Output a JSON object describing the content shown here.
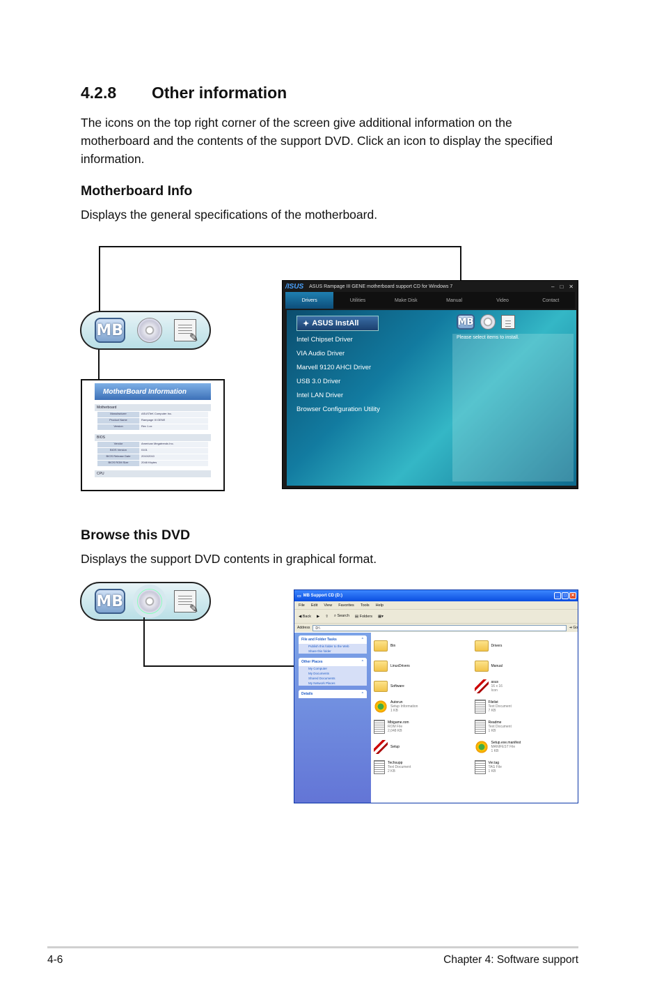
{
  "section": {
    "number": "4.2.8",
    "title": "Other information"
  },
  "intro": "The icons on the top right corner of the screen give additional information on the motherboard and the contents of the support DVD. Click an icon to display the specified information.",
  "mb_info": {
    "heading": "Motherboard Info",
    "description": "Displays the general specifications of the motherboard.",
    "window_title": "MotherBoard Information",
    "sections": [
      {
        "label": "Motherboard",
        "rows": [
          [
            "Manufacturer",
            "ASUSTeK Computer Inc."
          ],
          [
            "Product Name",
            "Rampage III GENE"
          ],
          [
            "Version",
            "Rev 1.xx"
          ]
        ]
      },
      {
        "label": "BIOS",
        "rows": [
          [
            "Vendor",
            "American Megatrends Inc."
          ],
          [
            "BIOS Version",
            "0101"
          ],
          [
            "BIOS Release Date",
            "2010/2010"
          ],
          [
            "BIOS ROM Size",
            "2048 Kbytes"
          ]
        ]
      },
      {
        "label": "CPU",
        "rows": []
      }
    ]
  },
  "asus_window": {
    "title": "ASUS Rampage III GENE motherboard support CD for Windows 7",
    "logo": "/ISUS",
    "tabs": [
      "Drivers",
      "Utilities",
      "Make Disk",
      "Manual",
      "Video",
      "Contact"
    ],
    "install_button": "ASUS InstAll",
    "drivers": [
      "Intel Chipset Driver",
      "VIA Audio Driver",
      "Marvell 9120 AHCI Driver",
      "USB 3.0 Driver",
      "Intel LAN Driver",
      "Browser Configuration Utility"
    ],
    "message": "Please select items to install."
  },
  "browse": {
    "heading": "Browse this DVD",
    "description": "Displays the support DVD contents in graphical format."
  },
  "explorer": {
    "title": "MB Support CD (D:)",
    "menu": [
      "File",
      "Edit",
      "View",
      "Favorites",
      "Tools",
      "Help"
    ],
    "toolbar": [
      "Back",
      "Search",
      "Folders"
    ],
    "address_label": "Address",
    "address_value": "D:\\",
    "go_label": "Go",
    "panels": [
      {
        "title": "File and Folder Tasks",
        "items": [
          "Publish this folder to the Web",
          "Share this folder"
        ]
      },
      {
        "title": "Other Places",
        "items": [
          "My Computer",
          "My Documents",
          "Shared Documents",
          "My Network Places"
        ]
      },
      {
        "title": "Details",
        "items": []
      }
    ],
    "files": [
      {
        "name": "Bin",
        "sub": "",
        "icon": "folder"
      },
      {
        "name": "Drivers",
        "sub": "",
        "icon": "folder"
      },
      {
        "name": "LinuxDrivers",
        "sub": "",
        "icon": "folder"
      },
      {
        "name": "Manual",
        "sub": "",
        "icon": "folder"
      },
      {
        "name": "Software",
        "sub": "",
        "icon": "folder"
      },
      {
        "name": "asus",
        "sub": "16 x 16\nIcon",
        "icon": "rog"
      },
      {
        "name": "Autorun",
        "sub": "Setup Information\n1 KB",
        "icon": "app"
      },
      {
        "name": "Filelist",
        "sub": "Text Document\n7 KB",
        "icon": "doc"
      },
      {
        "name": "Mbigame.rom",
        "sub": "ROM File\n2,048 KB",
        "icon": "doc"
      },
      {
        "name": "Readme",
        "sub": "Text Document\n1 KB",
        "icon": "doc"
      },
      {
        "name": "Setup",
        "sub": "",
        "icon": "rog"
      },
      {
        "name": "Setup.exe.manifest",
        "sub": "MANIFEST File\n1 KB",
        "icon": "app"
      },
      {
        "name": "Techsupp",
        "sub": "Text Document\n2 KB",
        "icon": "doc"
      },
      {
        "name": "Ver.tag",
        "sub": "TAG File\n1 KB",
        "icon": "doc"
      }
    ]
  },
  "icons": {
    "mb": "MB"
  },
  "footer": {
    "page": "4-6",
    "chapter": "Chapter 4: Software support"
  }
}
